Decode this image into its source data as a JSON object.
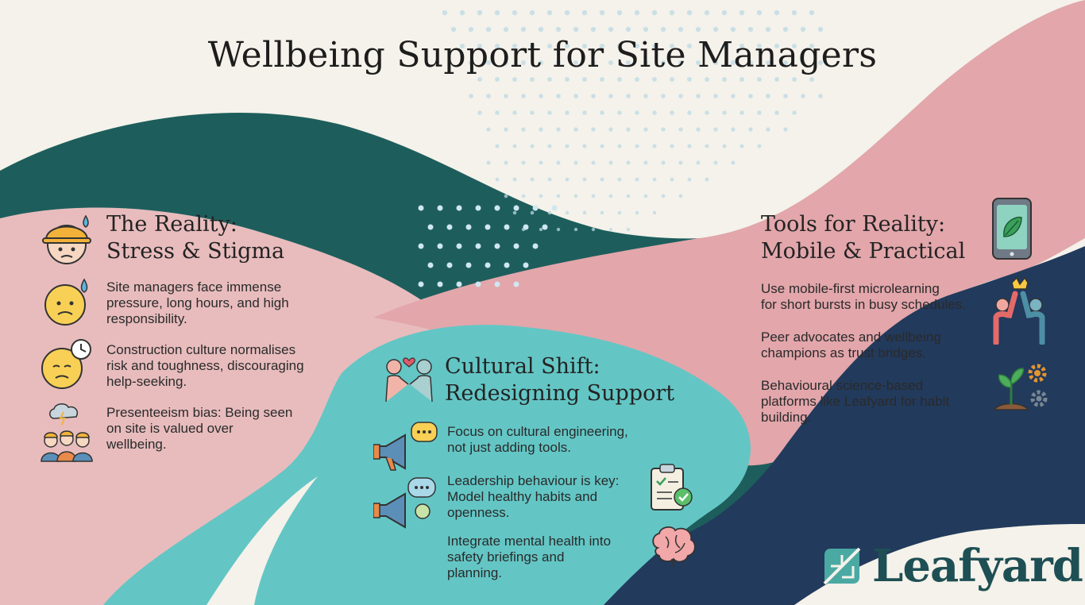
{
  "title": "Wellbeing Support for Site Managers",
  "colors": {
    "pink": "#e8bcbd",
    "teal_dark": "#1d5e5c",
    "teal_light": "#63c6c5",
    "navy": "#223a5c",
    "cream": "#f4f2ea",
    "dots": "#bcd8e4"
  },
  "reality": {
    "heading_lines": [
      "The Reality:",
      "Stress & Stigma"
    ],
    "items": [
      {
        "icon": "anxious-worker-icon",
        "lines": [
          "Site managers face immense",
          "pressure, long hours, and high",
          "responsibility."
        ]
      },
      {
        "icon": "tired-clock-face-icon",
        "lines": [
          "Construction culture normalises",
          "risk and toughness, discouraging",
          "help-seeking."
        ]
      },
      {
        "icon": "worker-group-storm-icon",
        "lines": [
          "Presenteeism bias: Being seen",
          "on site is valued over",
          "wellbeing."
        ]
      }
    ]
  },
  "cultural": {
    "heading_lines": [
      "Cultural Shift:",
      "Redesigning Support"
    ],
    "items": [
      {
        "lines": [
          "Focus on cultural engineering,",
          "not just adding tools."
        ]
      },
      {
        "lines": [
          "Leadership behaviour is key:",
          "Model healthy habits and",
          "openness."
        ]
      },
      {
        "lines": [
          "Integrate mental health into",
          "safety briefings and",
          "planning."
        ]
      }
    ]
  },
  "tools": {
    "heading_lines": [
      "Tools for Reality:",
      "Mobile & Practical"
    ],
    "items": [
      {
        "lines": [
          "Use mobile-first microlearning",
          "for short bursts in busy schedules."
        ]
      },
      {
        "lines": [
          "Peer advocates and wellbeing",
          "champions as trust bridges."
        ]
      },
      {
        "lines": [
          "Behavioural science-based",
          "platforms like Leafyard for habit",
          "building."
        ]
      }
    ]
  },
  "brand": {
    "name": "Leafyard",
    "color": "#1e4f54"
  }
}
